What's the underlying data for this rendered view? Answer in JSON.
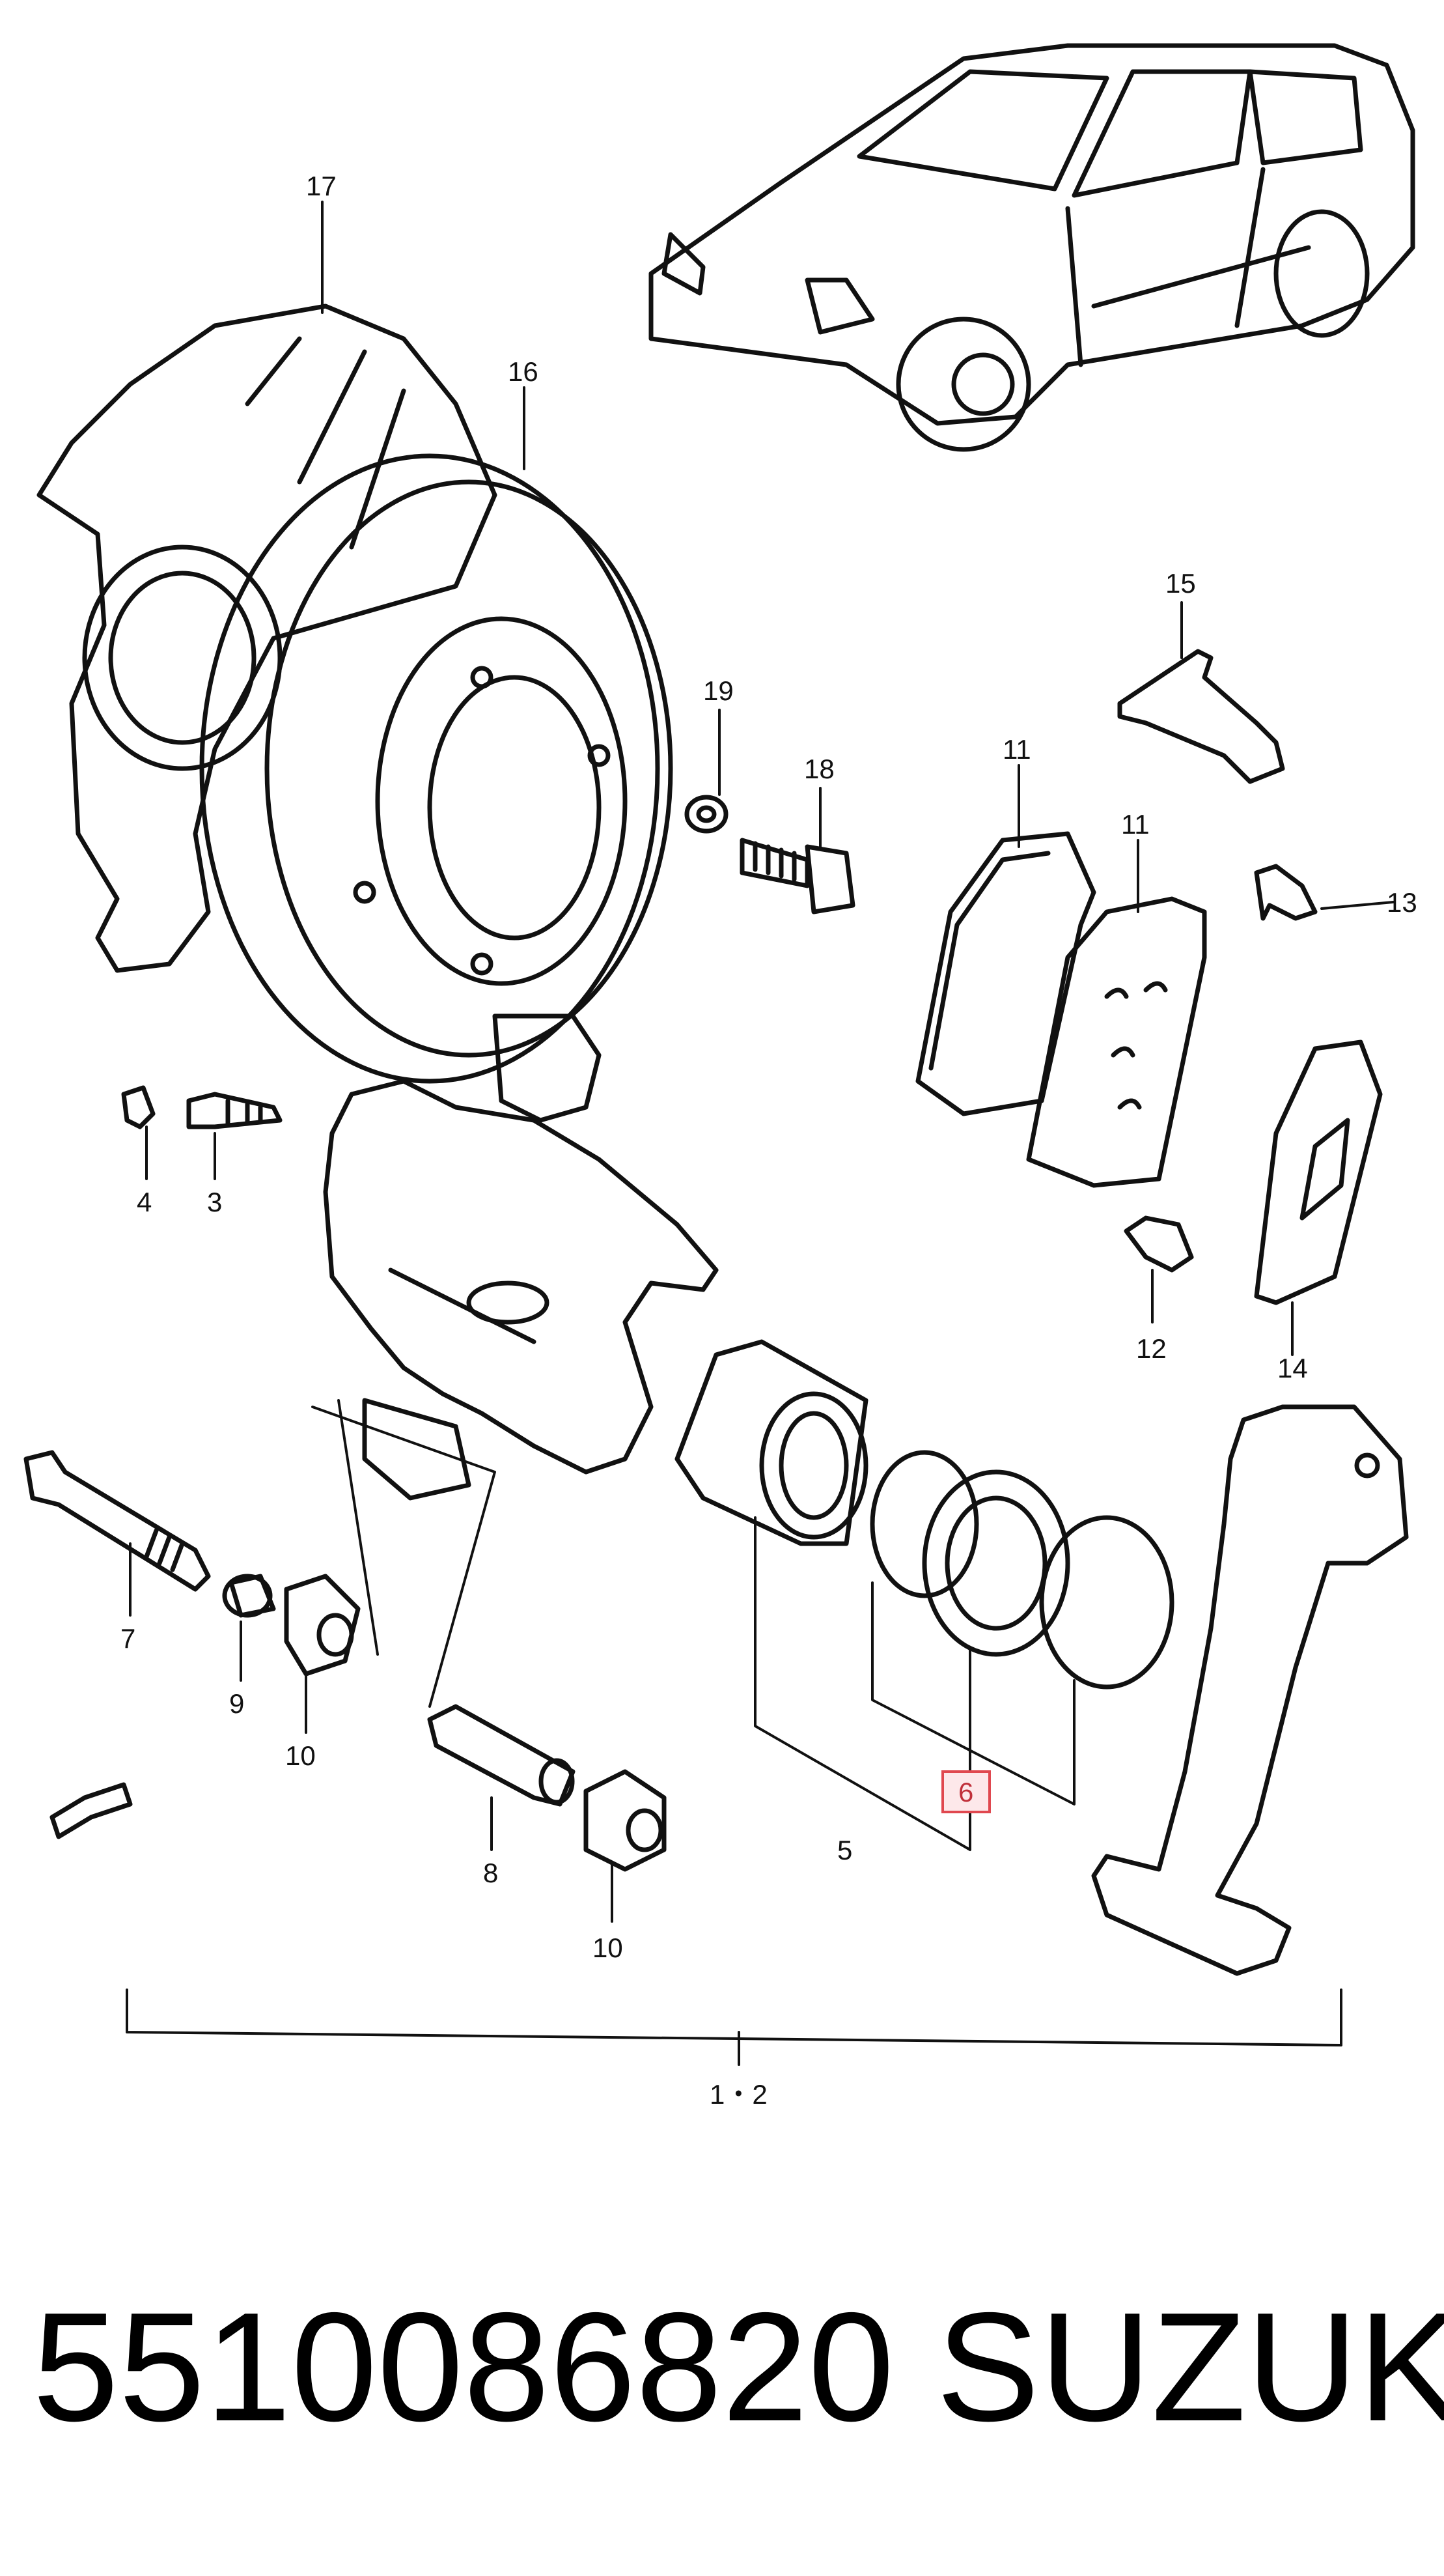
{
  "caption": {
    "part_number": "5510086820",
    "brand": "SUZUKI"
  },
  "diagram": {
    "highlight_color": "#e0484f",
    "highlighted_callout": "6",
    "callouts": {
      "c17": "17",
      "c16": "16",
      "c19": "19",
      "c18": "18",
      "c15": "15",
      "c11a": "11",
      "c11b": "11",
      "c13": "13",
      "c12": "12",
      "c14": "14",
      "c4": "4",
      "c3": "3",
      "c7": "7",
      "c9": "9",
      "c10a": "10",
      "c10b": "10",
      "c8": "8",
      "c5": "5",
      "c6": "6",
      "c12_assembly": "1・2"
    }
  }
}
